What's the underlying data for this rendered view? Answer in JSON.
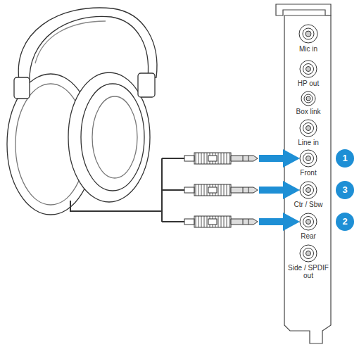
{
  "diagram": {
    "nodes": [
      {
        "text": [
          "1"
        ]
      },
      {
        "text": [
          "3"
        ]
      },
      {
        "text": [
          "2"
        ]
      }
    ],
    "labels": [
      "Mic in",
      "HP out",
      "Box link",
      "Line in",
      "Front",
      "Ctr / Sbw",
      "Rear",
      "Side / SPDIF out"
    ]
  }
}
